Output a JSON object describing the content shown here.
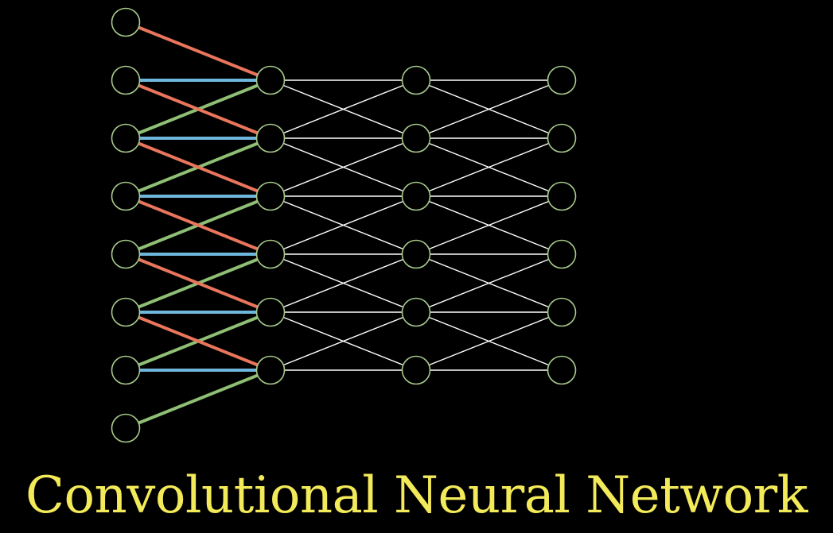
{
  "caption": "Convolutional Neural Network",
  "colors": {
    "background": "#000000",
    "caption": "#f3ea5a",
    "node_stroke": "#a6c98a",
    "node_fill": "#000000",
    "dense_edge": "#ffffff",
    "kernel_weight_up": "#e9765c",
    "kernel_weight_same": "#6fb6dc",
    "kernel_weight_down": "#8fbf74"
  },
  "network": {
    "layers": [
      {
        "nodes": 8
      },
      {
        "nodes": 6
      },
      {
        "nodes": 6
      },
      {
        "nodes": 6
      }
    ],
    "input_connection": "convolution",
    "kernel_size": 3,
    "hidden_connection": "local-3-neighbors"
  }
}
